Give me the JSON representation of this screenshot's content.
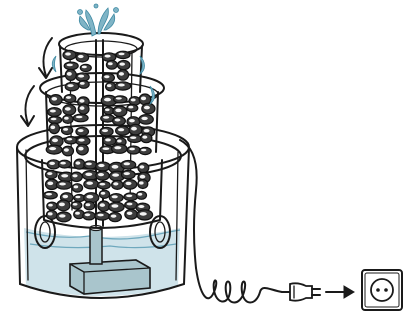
{
  "diagram": {
    "kind": "illustration",
    "components": [
      {
        "id": "fountain",
        "icon": "tiered-rock-fountain"
      },
      {
        "id": "flow-arrows",
        "icon": "downward-curved-arrows"
      },
      {
        "id": "reservoir",
        "icon": "glass-water-reservoir"
      },
      {
        "id": "pump",
        "icon": "submersible-pump"
      },
      {
        "id": "cord",
        "icon": "coiled-power-cord"
      },
      {
        "id": "plug",
        "icon": "power-plug"
      },
      {
        "id": "plug-arrow",
        "icon": "right-arrow"
      },
      {
        "id": "socket",
        "icon": "wall-socket"
      }
    ],
    "colors": {
      "ink": "#1a1a1a",
      "water": "#cfe3ea",
      "water_accent": "#6ea8bd",
      "rock": "#3d3d3d",
      "pump": "#a9c5cc",
      "spray": "#7fb4c6"
    }
  }
}
